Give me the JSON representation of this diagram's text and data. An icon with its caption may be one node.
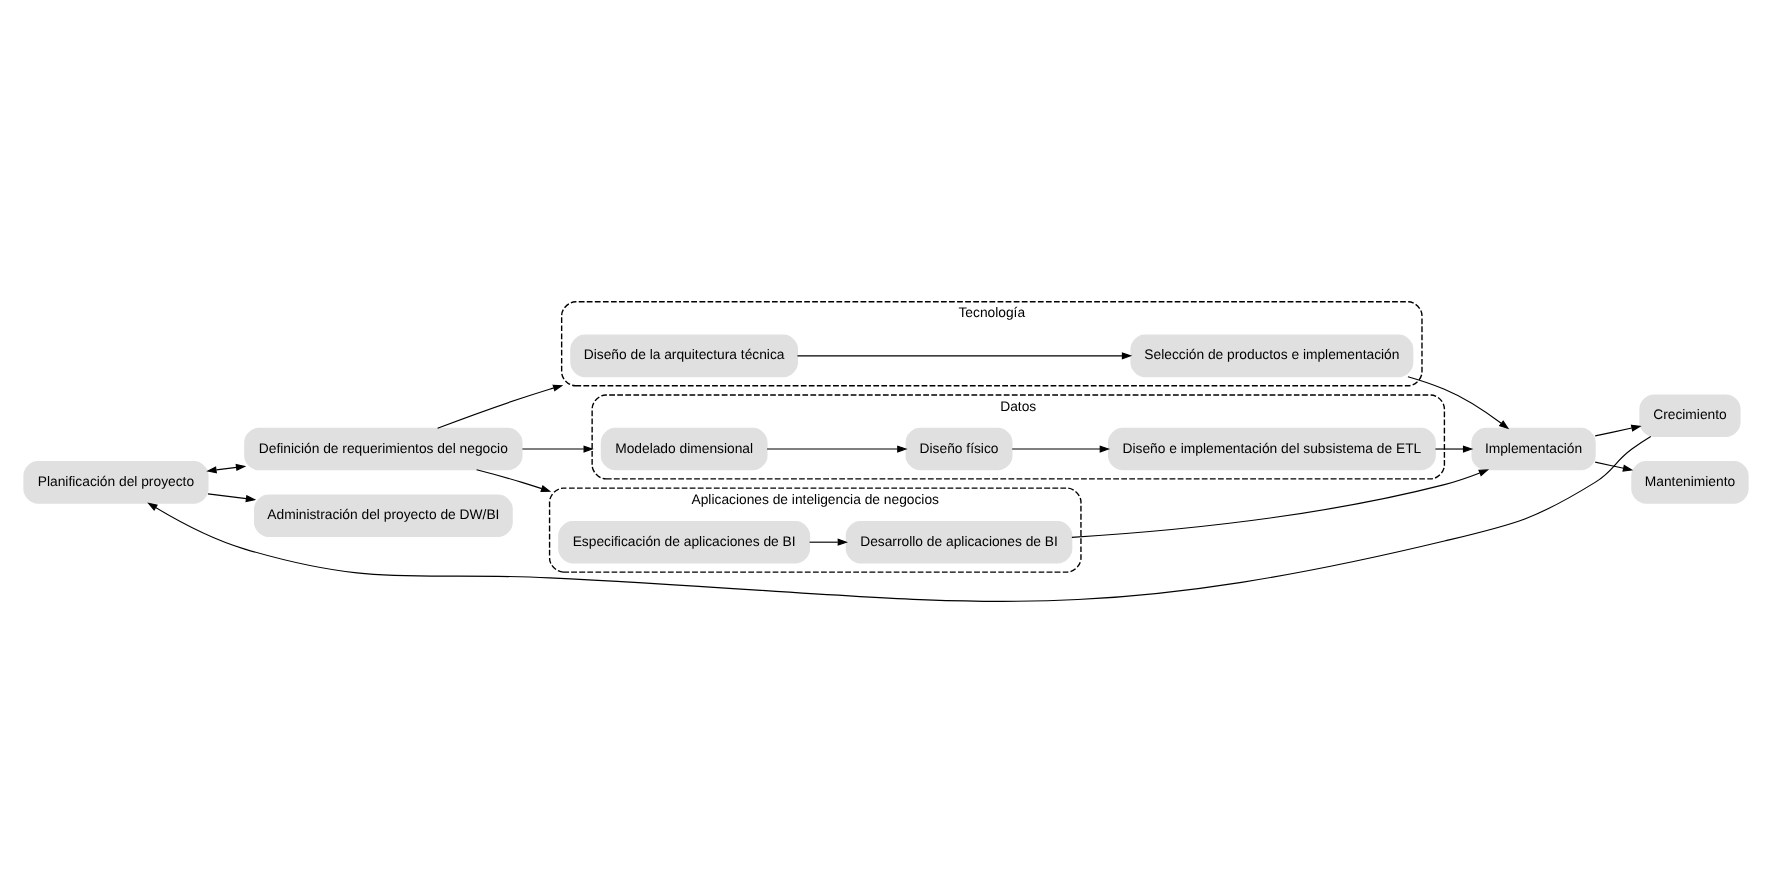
{
  "diagram": {
    "nodes": [
      {
        "text": [
          "Planificación del proyecto"
        ]
      },
      {
        "text": [
          "Definición de requerimientos del negocio"
        ]
      },
      {
        "text": [
          "Tecnología"
        ]
      },
      {
        "text": [
          "Diseño de la arquitectura técnica"
        ],
        "in": 2
      },
      {
        "text": [
          "Selección de productos e implementación"
        ],
        "in": 2
      },
      {
        "text": [
          "Datos"
        ]
      },
      {
        "text": [
          "Modelado dimensional"
        ],
        "in": 5
      },
      {
        "text": [
          "Diseño físico"
        ],
        "in": 5
      },
      {
        "text": [
          "Diseño e implementación del subsistema de ETL"
        ],
        "in": 5
      },
      {
        "text": [
          "Aplicaciones de inteligencia de negocios"
        ]
      },
      {
        "text": [
          "Especificación de aplicaciones de BI"
        ],
        "in": 9
      },
      {
        "text": [
          "Desarrollo de aplicaciones de BI"
        ],
        "in": 9
      },
      {
        "text": [
          "Implementación"
        ]
      },
      {
        "text": [
          "Crecimiento"
        ]
      },
      {
        "text": [
          "Mantenimiento"
        ]
      },
      {
        "text": [
          "Administración del proyecto de DW/BI"
        ]
      }
    ],
    "edges": [
      {
        "from": 0,
        "to": 1,
        "arrow": "both"
      },
      {
        "from": 1,
        "to": 2,
        "arrow": "to"
      },
      {
        "from": 3,
        "to": 4,
        "arrow": "to"
      },
      {
        "from": 4,
        "to": 12,
        "arrow": "to"
      },
      {
        "from": 1,
        "to": 5,
        "arrow": "to"
      },
      {
        "from": 6,
        "to": 7,
        "arrow": "to"
      },
      {
        "from": 7,
        "to": 8,
        "arrow": "to"
      },
      {
        "from": 8,
        "to": 12,
        "arrow": "to"
      },
      {
        "from": 1,
        "to": 9,
        "arrow": "to"
      },
      {
        "from": 10,
        "to": 11,
        "arrow": "to"
      },
      {
        "from": 11,
        "to": 12,
        "arrow": "to"
      },
      {
        "from": 12,
        "to": 13,
        "arrow": "to"
      },
      {
        "from": 12,
        "to": 14,
        "arrow": "to"
      },
      {
        "from": 13,
        "to": 0,
        "arrow": "to"
      },
      {
        "from": 0,
        "to": 15,
        "arrow": "to"
      }
    ]
  }
}
